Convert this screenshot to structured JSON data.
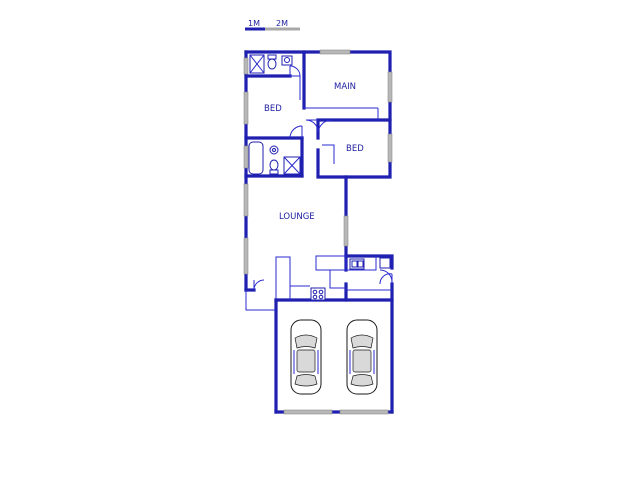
{
  "scale_bar": {
    "label_1": "1M",
    "label_2": "2M"
  },
  "rooms": {
    "main": "MAIN",
    "bed_top": "BED",
    "bed_right": "BED",
    "lounge": "LOUNGE"
  },
  "colors": {
    "wall": "#1f1fb0",
    "window": "#b8b8b8",
    "car_outline": "#1a1a1a"
  },
  "icons": [
    "toilet-icon",
    "basin-icon",
    "shower-icon",
    "bath-icon",
    "stove-icon",
    "sink-icon",
    "car-icon"
  ]
}
